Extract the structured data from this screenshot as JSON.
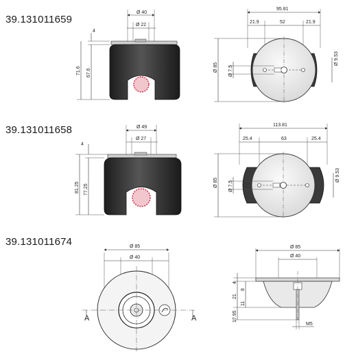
{
  "drawings": [
    {
      "part_number": "39.131011659",
      "side_view": {
        "top_dia": "Ø 40",
        "inner_dia": "Ø 22",
        "plate_thickness": "4",
        "total_height": "71.6",
        "body_height": "67.6"
      },
      "top_view": {
        "width": "95.81",
        "left_offset": "21.9",
        "center": "52",
        "right_offset": "21.9",
        "diameter": "Ø 85",
        "hole_dia": "Ø 9.53",
        "slot": "Ø 7.5"
      }
    },
    {
      "part_number": "39.131011658",
      "side_view": {
        "top_dia": "Ø 49",
        "inner_dia": "Ø 27",
        "plate_thickness": "4",
        "total_height": "81.25",
        "body_height": "77.25"
      },
      "top_view": {
        "width": "113.81",
        "left_offset": "25.4",
        "center": "63",
        "right_offset": "25.4",
        "diameter": "Ø 85",
        "hole_dia": "Ø 9.53",
        "slot": "Ø 7.5"
      }
    },
    {
      "part_number": "39.131011674",
      "plan_view": {
        "outer_dia": "Ø 85",
        "inner_dia": "Ø 40",
        "section_left": "A",
        "section_right": "A"
      },
      "section_view": {
        "outer_dia": "Ø 85",
        "inner_dia": "Ø 40",
        "dim_4": "4",
        "dim_21": "21",
        "dim_8": "8",
        "dim_11": "11",
        "dim_1795": "17.95",
        "thread": "M5"
      }
    }
  ],
  "colors": {
    "rubber_dark": "#2a2a2a",
    "plate_grey": "#cfcfcf",
    "disc_light": "#eeeeee",
    "accent_red": "#d0233b"
  }
}
